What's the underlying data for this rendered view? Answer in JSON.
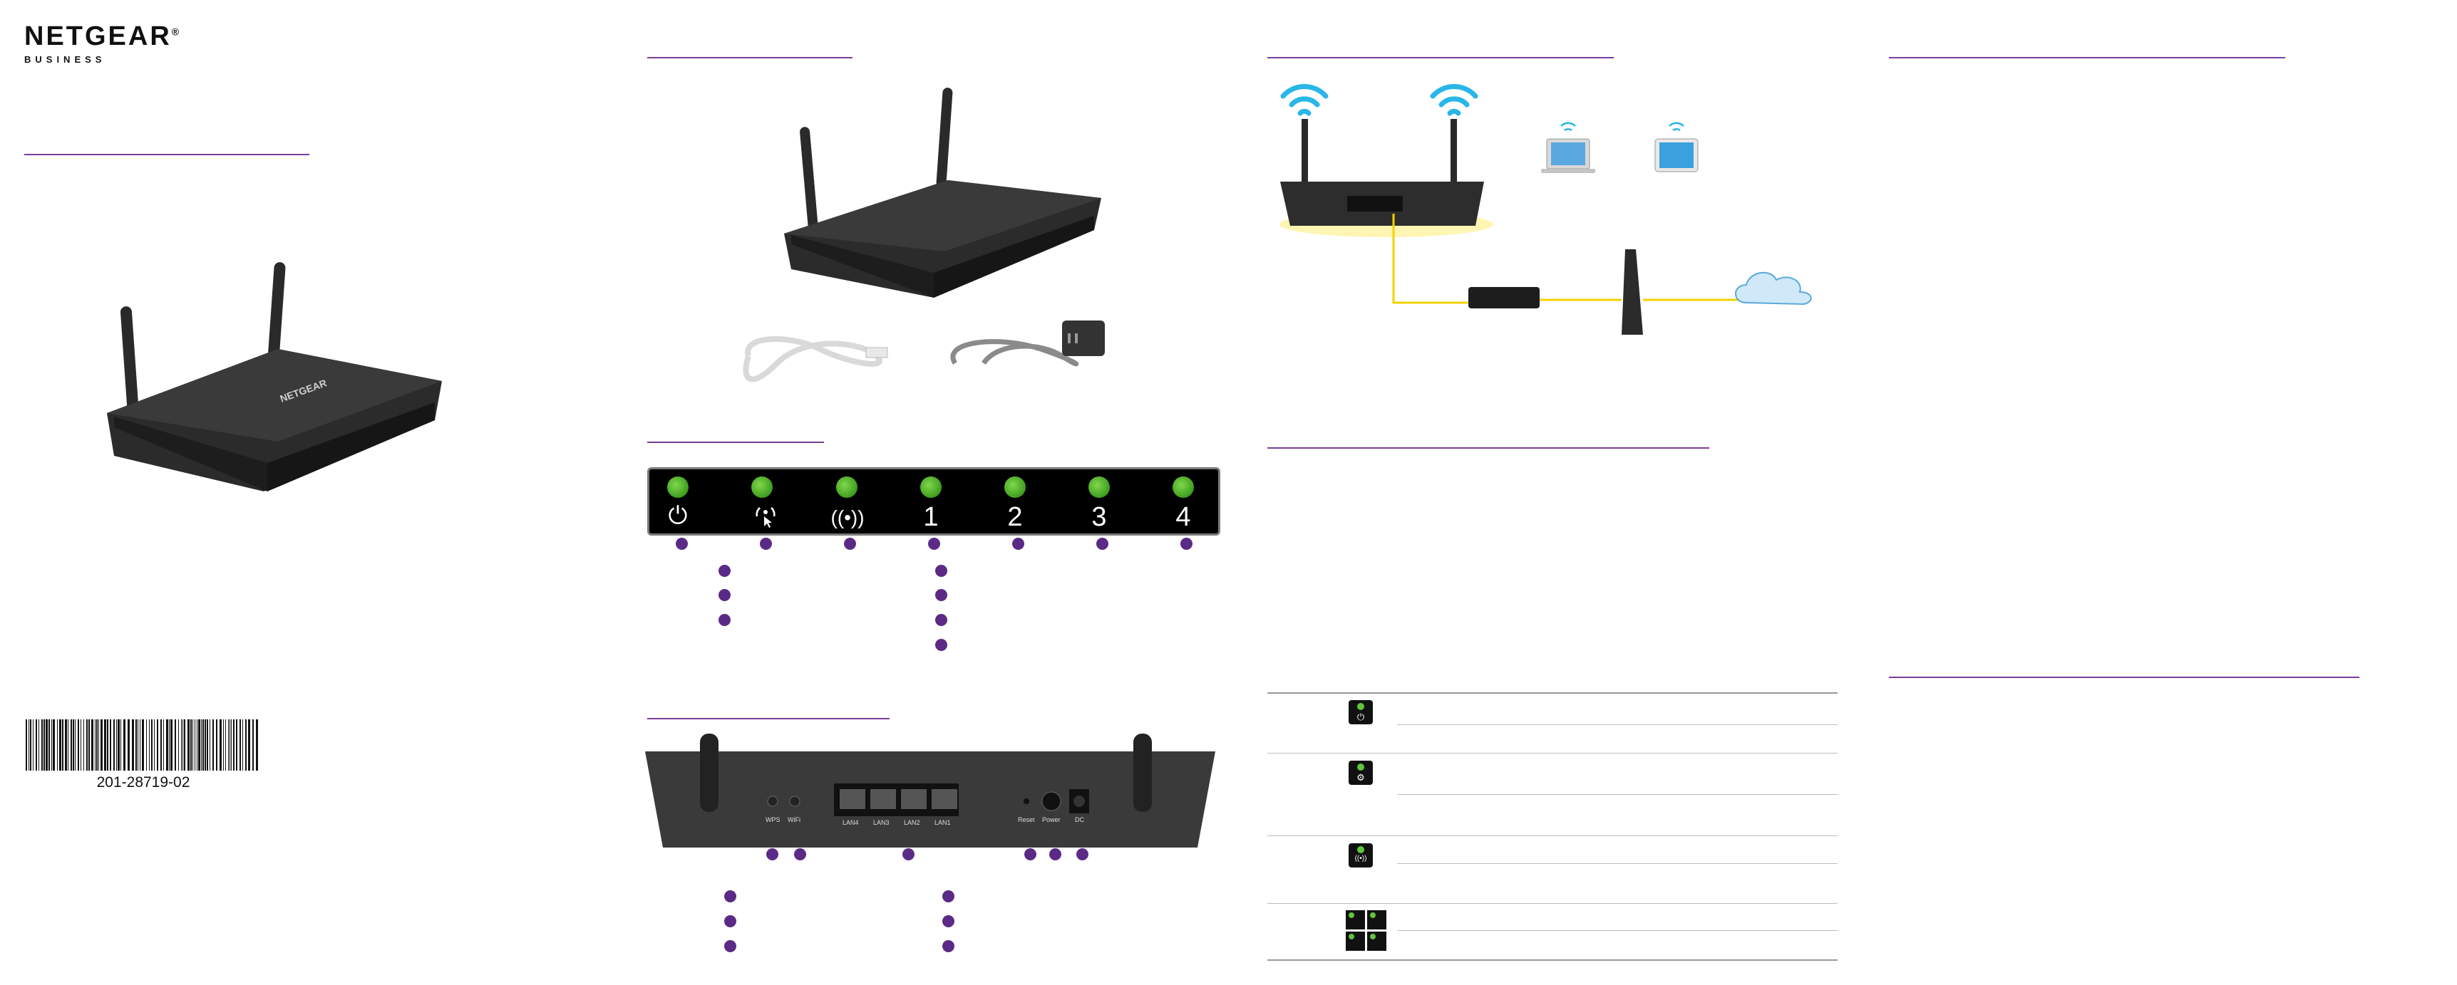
{
  "logo": {
    "brand": "NETGEAR",
    "trademark": "®",
    "sub": "BUSINESS"
  },
  "barcode": {
    "number": "201-28719-02"
  },
  "led_panel": {
    "labels": [
      "⏻",
      "",
      "((•))",
      "1",
      "2",
      "3",
      "4"
    ],
    "led_color": "#52b92d"
  },
  "table": {
    "rows": [
      {
        "icon": "power-icon",
        "symbol": "⏻"
      },
      {
        "icon": "wps-icon",
        "symbol": "⚙"
      },
      {
        "icon": "wifi-icon",
        "symbol": "((•))"
      },
      {
        "icon": "lan-ports-icon",
        "symbol": ""
      }
    ]
  },
  "colors": {
    "accent": "#7b3f98",
    "callout": "#5b2a86",
    "cable": "#f3d200"
  }
}
